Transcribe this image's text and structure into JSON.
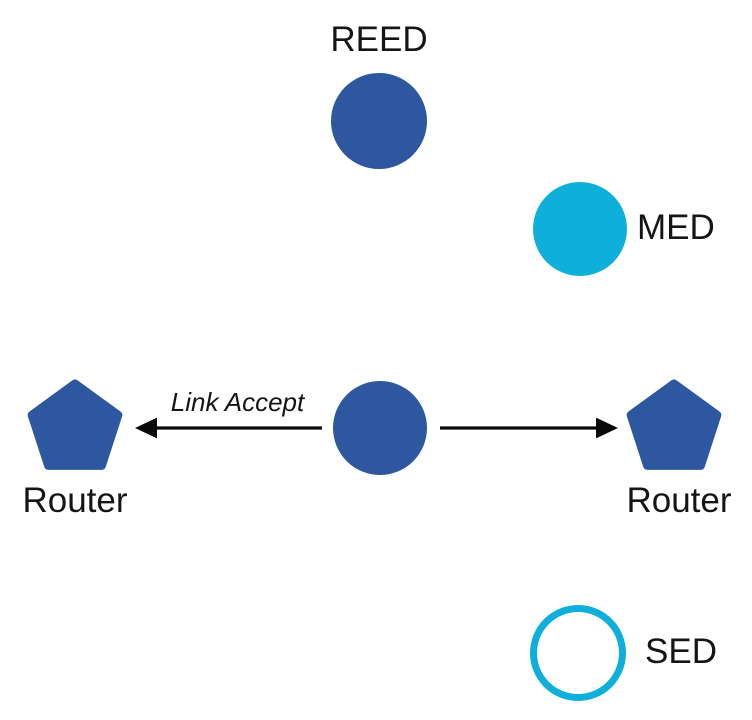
{
  "diagram": {
    "title": "thread-network-device-roles",
    "colors": {
      "node_blue": "#2d579e",
      "node_cyan": "#0fafdc",
      "arrow_black": "#0a0a0a"
    },
    "nodes": {
      "reed": {
        "label": "REED",
        "shape": "circle",
        "fill": "solid-blue"
      },
      "med": {
        "label": "MED",
        "shape": "circle",
        "fill": "solid-cyan"
      },
      "center": {
        "label": "",
        "shape": "circle",
        "fill": "solid-blue"
      },
      "router_left": {
        "label": "Router",
        "shape": "pentagon",
        "fill": "solid-blue"
      },
      "router_right": {
        "label": "Router",
        "shape": "pentagon",
        "fill": "solid-blue"
      },
      "sed": {
        "label": "SED",
        "shape": "circle",
        "fill": "outline-cyan"
      }
    },
    "edges": {
      "link_accept": {
        "label": "Link Accept",
        "direction": "center-to-left-router"
      },
      "right_link": {
        "label": "",
        "direction": "center-to-right-router"
      }
    }
  }
}
